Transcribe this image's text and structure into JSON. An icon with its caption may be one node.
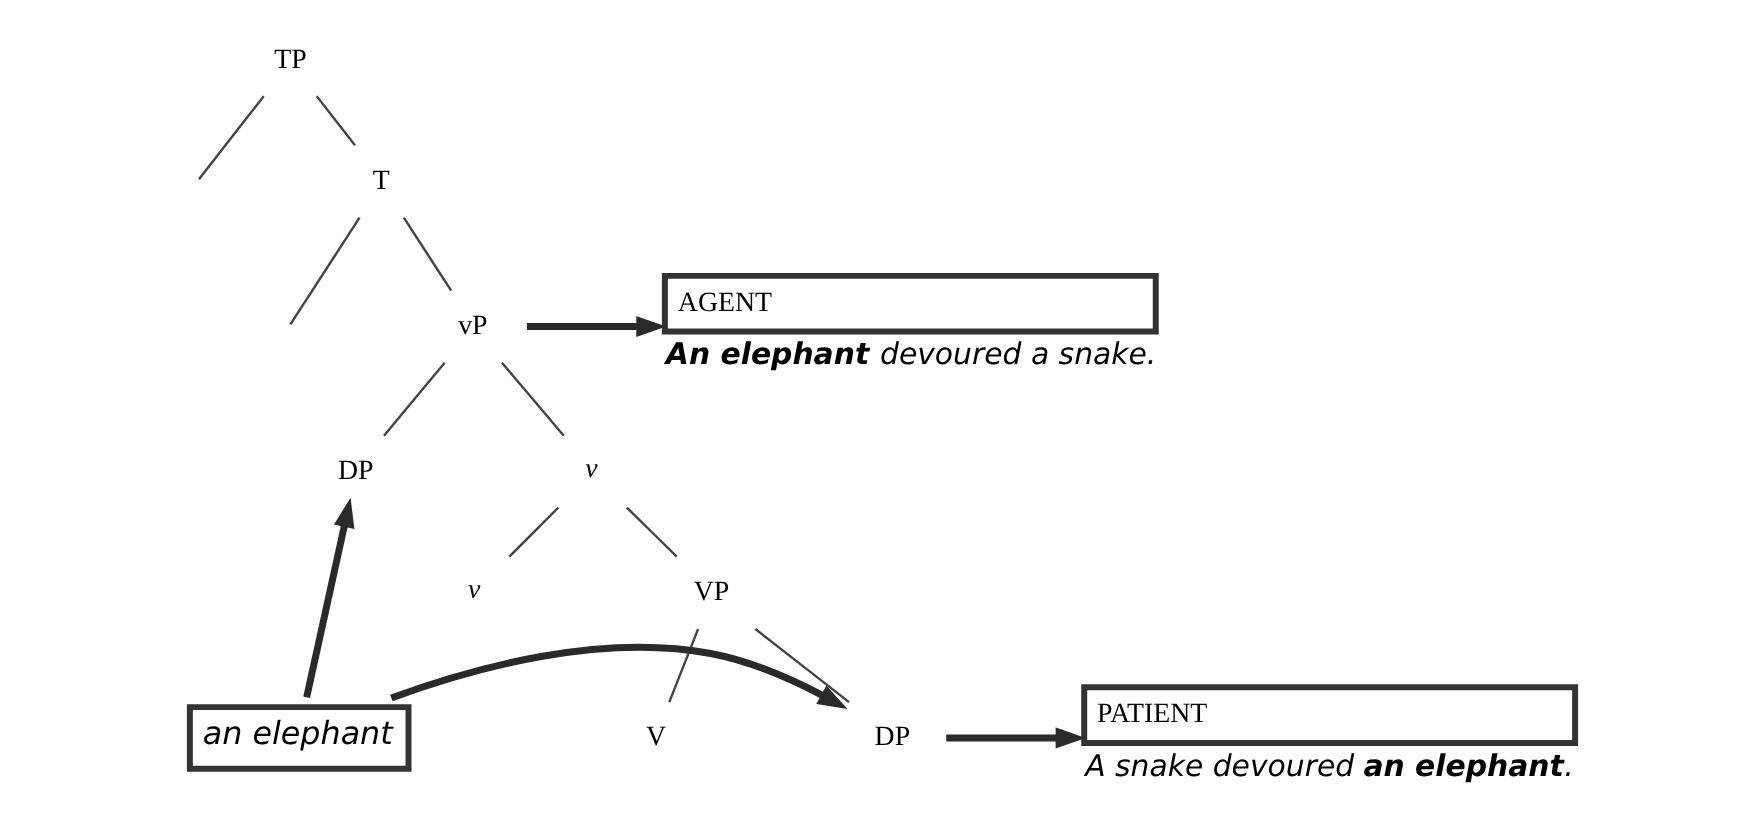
{
  "diagram": {
    "nodes": [
      {
        "text": [
          "TP"
        ]
      },
      {
        "text": [
          "T"
        ]
      },
      {
        "text": [
          "vP"
        ]
      },
      {
        "text": [
          "AGENT"
        ],
        "beside": [
          "**An elephant** devoured a snake."
        ]
      },
      {
        "text": [
          "DP"
        ]
      },
      {
        "text": [
          "v"
        ]
      },
      {
        "text": [
          "v"
        ]
      },
      {
        "text": [
          "VP"
        ]
      },
      {
        "text": [
          "V"
        ]
      },
      {
        "text": [
          "DP"
        ]
      },
      {
        "text": [
          "PATIENT"
        ],
        "beside": [
          "A snake devoured **an elephant**."
        ]
      },
      {
        "text": [
          "an elephant"
        ]
      }
    ],
    "edges": [
      {
        "from": 0,
        "to": null,
        "arrow": "none"
      },
      {
        "from": 0,
        "to": 1,
        "arrow": "none"
      },
      {
        "from": 1,
        "to": null,
        "arrow": "none"
      },
      {
        "from": 1,
        "to": 2,
        "arrow": "none"
      },
      {
        "from": 2,
        "to": 3,
        "arrow": "to",
        "style": "thick"
      },
      {
        "from": 2,
        "to": 4,
        "arrow": "none"
      },
      {
        "from": 2,
        "to": 5,
        "arrow": "none"
      },
      {
        "from": 5,
        "to": 6,
        "arrow": "none"
      },
      {
        "from": 5,
        "to": 7,
        "arrow": "none"
      },
      {
        "from": 7,
        "to": 8,
        "arrow": "none"
      },
      {
        "from": 7,
        "to": 9,
        "arrow": "none"
      },
      {
        "from": 9,
        "to": 10,
        "arrow": "to",
        "style": "thick"
      },
      {
        "from": 11,
        "to": 4,
        "arrow": "to",
        "style": "thick"
      },
      {
        "from": 11,
        "to": 9,
        "arrow": "to",
        "style": "thick"
      }
    ]
  }
}
